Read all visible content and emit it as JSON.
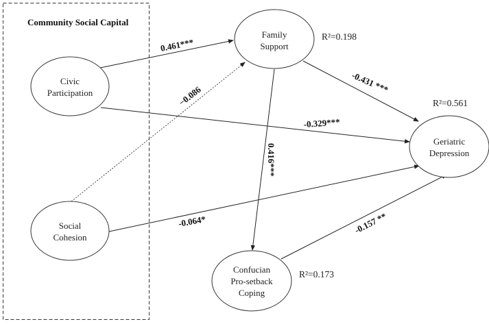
{
  "diagram": {
    "group": {
      "title": "Community Social Capital"
    },
    "nodes": [
      {
        "id": "civic",
        "lines": [
          "Civic",
          "Participation"
        ]
      },
      {
        "id": "social",
        "lines": [
          "Social",
          "Cohesion"
        ]
      },
      {
        "id": "family",
        "lines": [
          "Family",
          "Support"
        ],
        "r2": "R²=0.198"
      },
      {
        "id": "geriatric",
        "lines": [
          "Geriatric",
          "Depression"
        ],
        "r2": "R²=0.561"
      },
      {
        "id": "confucian",
        "lines": [
          "Confucian",
          "Pro-setback",
          "Coping"
        ],
        "r2": "R²=0.173"
      }
    ],
    "edges": [
      {
        "from": "civic",
        "to": "family",
        "label": "0.461***",
        "style": "solid"
      },
      {
        "from": "social",
        "to": "family",
        "label": "−0.086",
        "style": "dotted"
      },
      {
        "from": "civic",
        "to": "geriatric",
        "label": "-0.329***",
        "style": "solid"
      },
      {
        "from": "family",
        "to": "geriatric",
        "label": "-0.431 ***",
        "style": "solid"
      },
      {
        "from": "family",
        "to": "confucian",
        "label": "0.416***",
        "style": "solid"
      },
      {
        "from": "social",
        "to": "geriatric",
        "label": "-0.064*",
        "style": "solid"
      },
      {
        "from": "confucian",
        "to": "geriatric",
        "label": "-0.157 **",
        "style": "solid"
      }
    ]
  }
}
